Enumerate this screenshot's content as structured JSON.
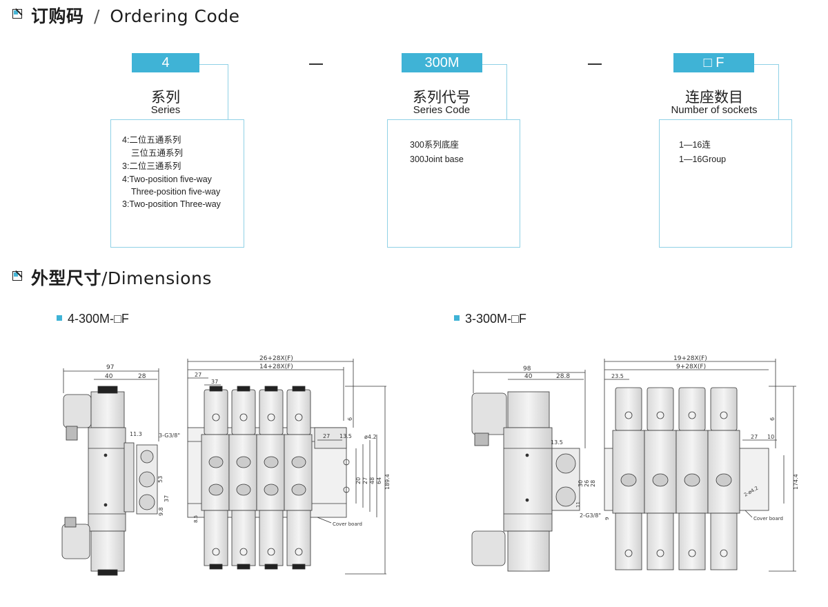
{
  "ordering": {
    "title_cn": "订购码",
    "title_sep": "/",
    "title_en": "Ordering Code",
    "codes": [
      {
        "code": "4",
        "label_cn": "系列",
        "label_en": "Series",
        "lines": [
          "4:二位五通系列",
          "三位五通系列",
          "3:二位三通系列",
          "4:Two-position five-way",
          "Three-position five-way",
          "3:Two-position Three-way"
        ]
      },
      {
        "code": "300M",
        "label_cn": "系列代号",
        "label_en": "Series Code",
        "lines": [
          "300系列底座",
          "300Joint base"
        ]
      },
      {
        "code": "□ F",
        "label_cn": "连座数目",
        "label_en": "Number of sockets",
        "lines": [
          "1—16连",
          "1—16Group"
        ]
      }
    ]
  },
  "dimensions": {
    "title_cn": "外型尺寸",
    "title_en": "/Dimensions",
    "left": {
      "title": "4-300M-□F",
      "labels": {
        "total": "26+28X(F)",
        "inner": "14+28X(F)",
        "w97": "97",
        "w40": "40",
        "w28": "28",
        "d27": "27",
        "d37": "37",
        "d6": "6",
        "d27b": "27",
        "d13": "13.5",
        "hole": "ø4.2",
        "d11": "11.3",
        "port": "3-G3/8\"",
        "d53": "53",
        "d37b": "37",
        "d9": "9.8",
        "v20": "20",
        "v27": "27",
        "v48": "48",
        "v64": "64",
        "h189": "189.4",
        "d85": "8.5",
        "cover": "Cover board"
      }
    },
    "right": {
      "title": "3-300M-□F",
      "labels": {
        "total": "19+28X(F)",
        "inner": "9+28X(F)",
        "w98": "98",
        "w40": "40",
        "w28": "28.8",
        "d23": "23.5",
        "d13": "13.5",
        "d6": "6",
        "d27": "27",
        "d10": "10",
        "v30": "30",
        "v26": "26",
        "v28": "28",
        "port": "2-G3/8\"",
        "hole": "2-ø4.2",
        "h174": "174.4",
        "d11": "11",
        "d9": "9",
        "cover": "Cover board"
      }
    }
  }
}
